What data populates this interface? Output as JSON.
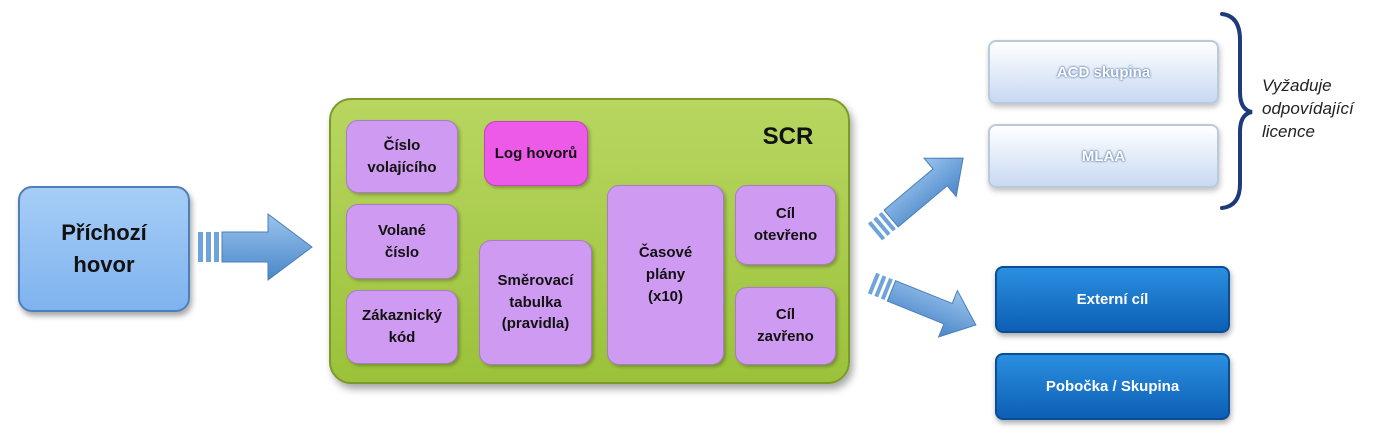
{
  "incoming": "Příchozí\nhovor",
  "scr": {
    "title": "SCR",
    "boxes": {
      "caller": "Číslo\nvolajícího",
      "called": "Volané\nčíslo",
      "customer": "Zákaznický\nkód",
      "log": "Log hovorů",
      "routing": "Směrovací\ntabulka\n(pravidla)",
      "schedules": "Časové\nplány\n(x10)",
      "open": "Cíl\notevřeno",
      "closed": "Cíl\nzavřeno"
    }
  },
  "licensed": {
    "acd": "ACD skupina",
    "mlaa": "MLAA",
    "note": "Vyžaduje\nodpovídající\nlicence"
  },
  "destinations": {
    "external": "Externí cíl",
    "branch": "Pobočka / Skupina"
  },
  "colors": {
    "incoming": "#a6cdf7",
    "scr_container": "#9bc23a",
    "box": "#cf9bf2",
    "log_box": "#ee5ae8",
    "licensed": "#c8d9f3",
    "destination": "#0d5fb5",
    "arrow": "#5b9bd5",
    "brace": "#1f3a7a"
  }
}
